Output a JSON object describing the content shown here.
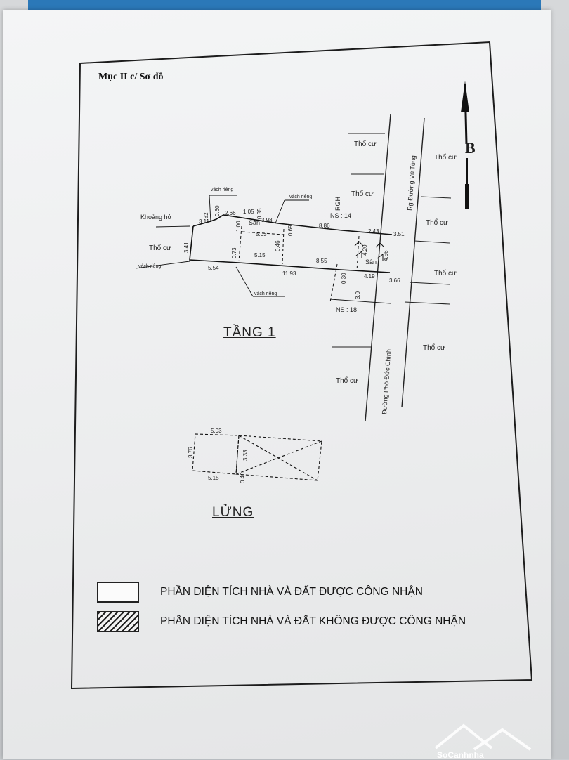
{
  "section_title": "Mục II c/ Sơ đồ",
  "north_label": "B",
  "floor1": {
    "caption": "TẦNG 1",
    "labels": {
      "tho_cu": "Thổ cư",
      "vach_rieng": "vách riêng",
      "khoang_ho": "Khoảng hở",
      "san": "Sân",
      "ns14": "NS : 14",
      "ns18": "NS : 18",
      "rgh": "RGH",
      "street_left": "Đường Phó Đức Chính",
      "street_right": "Rg Đường Vũ Tùng"
    },
    "dims": [
      "3.11",
      "0.82",
      "0.60",
      "2.66",
      "1.05",
      "0.35",
      "3.98",
      "8.86",
      "2.43",
      "3.51",
      "1.00",
      "5.03",
      "0.69",
      "3.41",
      "0.73",
      "5.15",
      "0.46",
      "8.55",
      "4.20",
      "4.56",
      "5.54",
      "11.93",
      "4.19",
      "3.66",
      "0.30",
      "3.0"
    ]
  },
  "mezzanine": {
    "caption": "LỬNG",
    "dims": [
      "5.03",
      "3.76",
      "3.33",
      "5.15",
      "0.46"
    ]
  },
  "legend": [
    {
      "text": "PHẦN DIỆN TÍCH NHÀ VÀ ĐẤT ĐƯỢC CÔNG NHẬN",
      "style": "blank"
    },
    {
      "text": "PHẦN DIỆN TÍCH NHÀ VÀ ĐẤT KHÔNG ĐƯỢC CÔNG NHẬN",
      "style": "hatched"
    }
  ],
  "watermark": "SoCanhnha"
}
